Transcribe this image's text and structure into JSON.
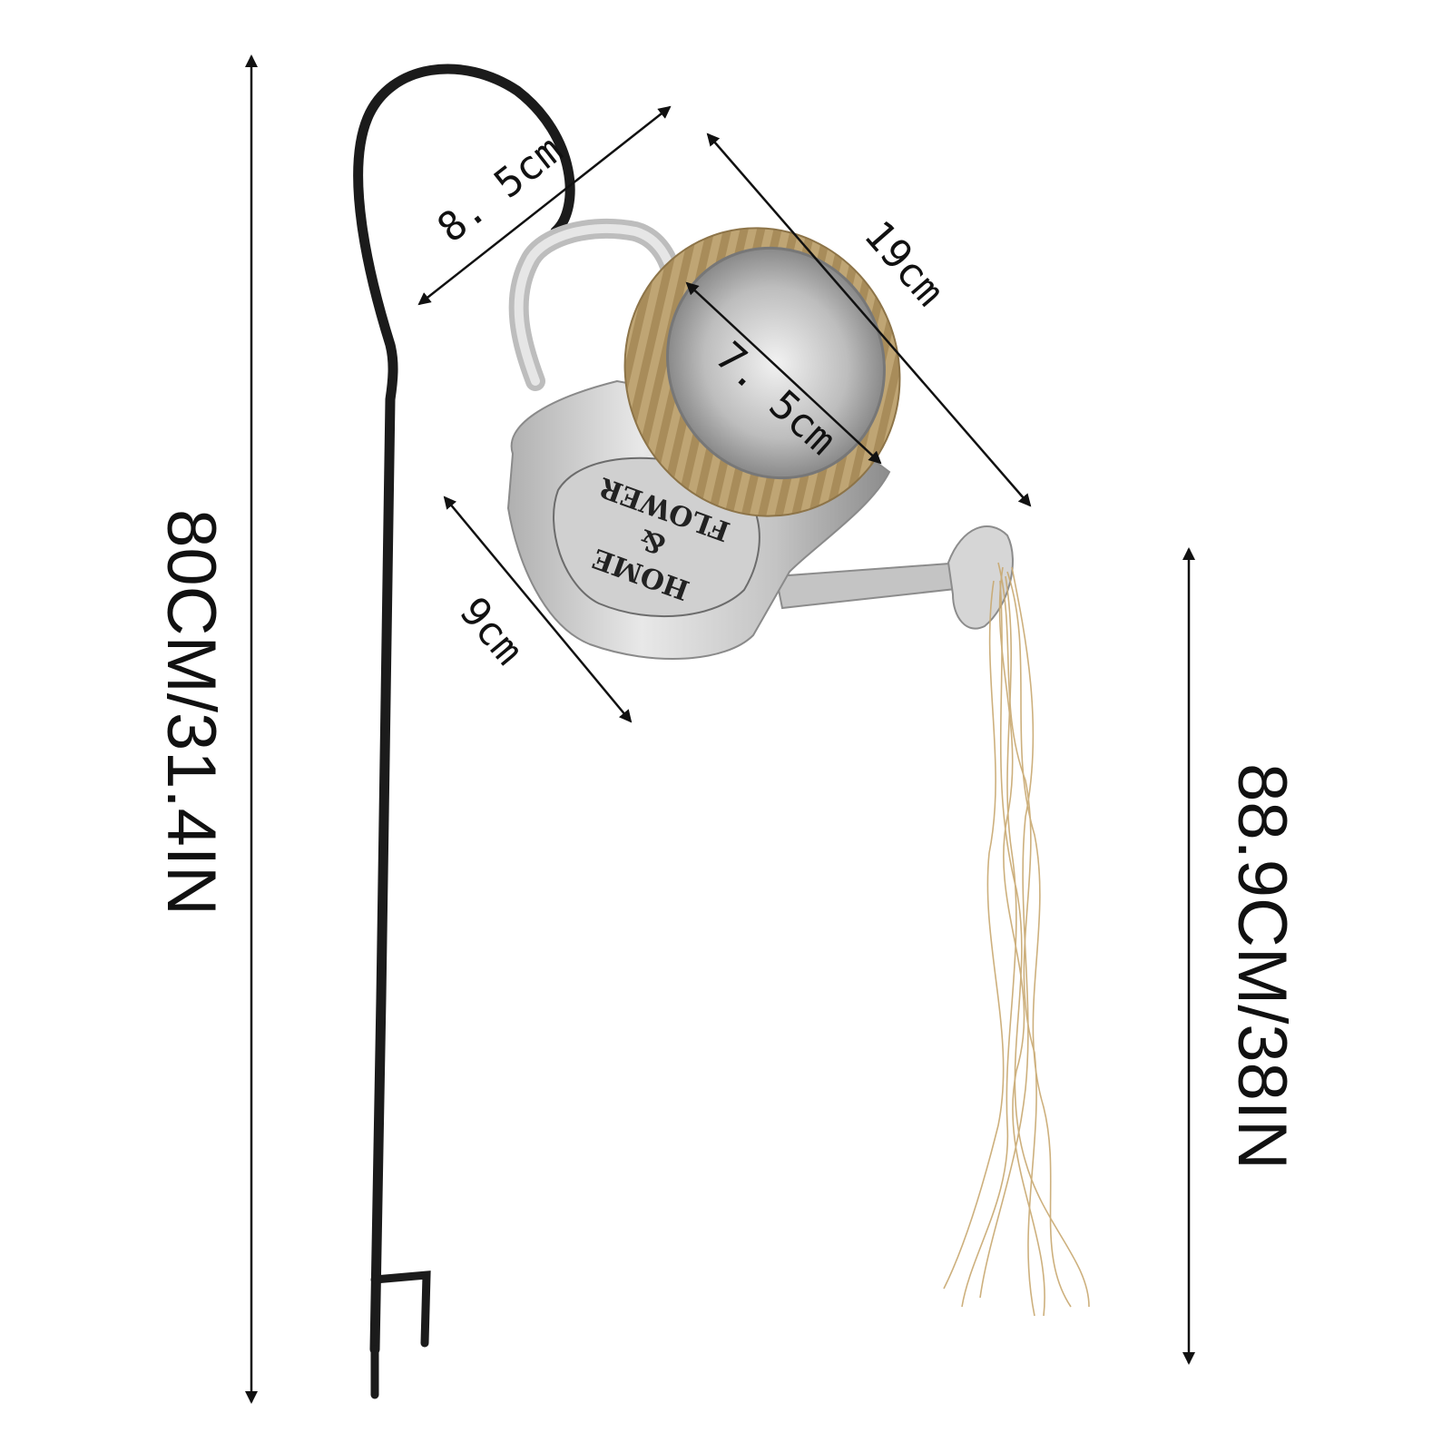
{
  "product": {
    "label_lines": [
      "HOME",
      "&",
      "FLOWER"
    ]
  },
  "dimensions": {
    "total_height": "80CM/31.4IN",
    "string_length": "88.9CM/38IN",
    "hook_width": "8. 5cm",
    "can_length": "19cm",
    "mouth_diameter": "7. 5cm",
    "body_height": "9cm"
  },
  "colors": {
    "stake": "#1b1b1b",
    "metal_light": "#e4e4e4",
    "metal_dark": "#9a9a9a",
    "rope": "#b59a6a",
    "lights": "#c8a870",
    "arrow": "#111111"
  }
}
